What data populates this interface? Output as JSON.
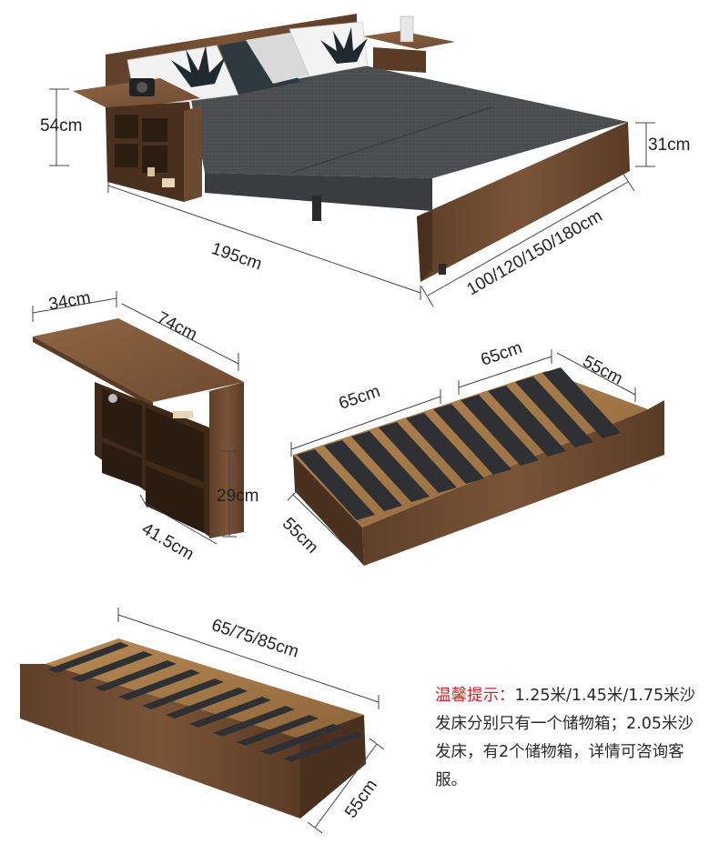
{
  "dimensions": {
    "main_height": "54cm",
    "main_side": "31cm",
    "main_length": "195cm",
    "main_widths": "100/120/150/180cm",
    "shelf_depth": "34cm",
    "shelf_length": "74cm",
    "shelf_height": "29cm",
    "shelf_base": "41.5cm",
    "drawer_a_left": "65cm",
    "drawer_a_right": "65cm",
    "drawer_a_side": "55cm",
    "drawer_a_depth": "55cm",
    "drawer_b_length": "65/75/85cm",
    "drawer_b_depth": "55cm"
  },
  "tip": {
    "lead": "温馨提示：",
    "body": "1.25米/1.45米/1.75米沙发床分别只有一个储物箱；2.05米沙发床，有2个储物箱，详情可咨询客服。"
  },
  "colors": {
    "wood": "#6b4a31",
    "wood_light": "#8a6243",
    "mattress": "#4b4d50",
    "slat": "#2f3033",
    "tip_lead": "#d2232a"
  }
}
